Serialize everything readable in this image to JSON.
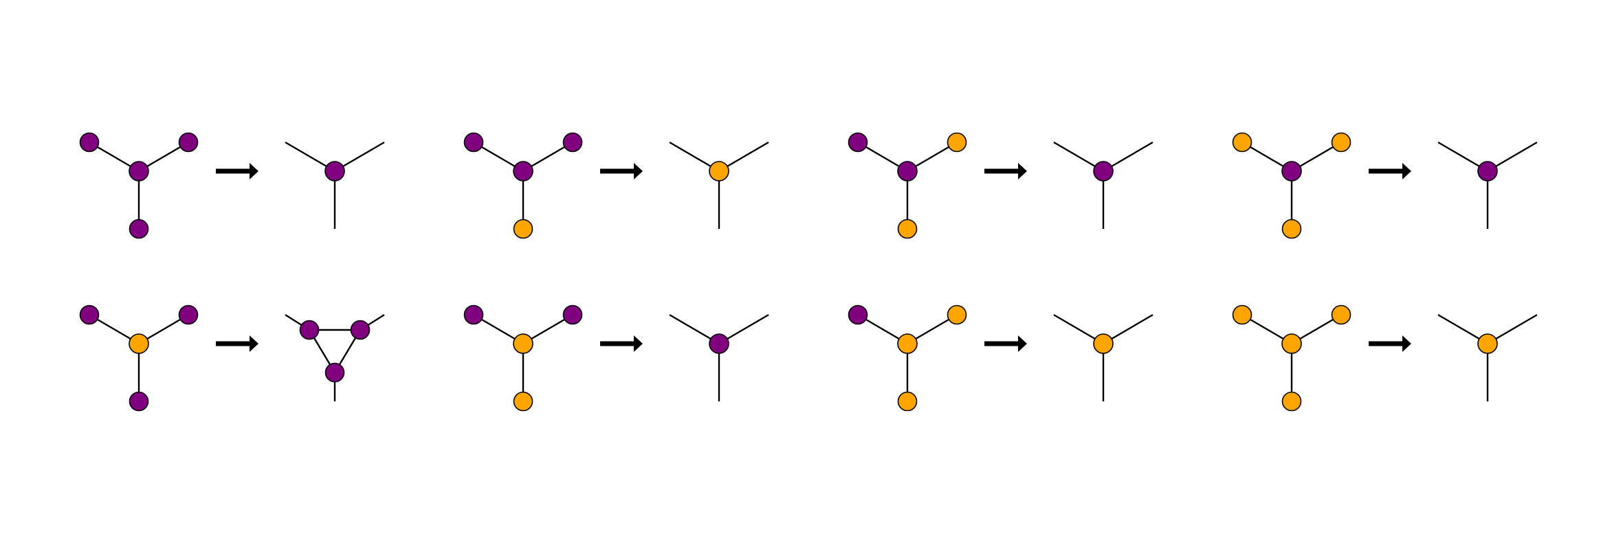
{
  "colors": {
    "purple": "#800080",
    "orange": "#FFA500",
    "line": "#000000",
    "background": "#FFFFFF"
  },
  "rules": [
    {
      "row": 1,
      "col": 1,
      "lhs": {
        "center": "purple",
        "left": "purple",
        "right": "purple",
        "bottom": "purple"
      },
      "rhs": {
        "type": "single",
        "center": "purple"
      }
    },
    {
      "row": 1,
      "col": 2,
      "lhs": {
        "center": "purple",
        "left": "purple",
        "right": "purple",
        "bottom": "orange"
      },
      "rhs": {
        "type": "single",
        "center": "orange"
      }
    },
    {
      "row": 1,
      "col": 3,
      "lhs": {
        "center": "purple",
        "left": "purple",
        "right": "orange",
        "bottom": "orange"
      },
      "rhs": {
        "type": "single",
        "center": "purple"
      }
    },
    {
      "row": 1,
      "col": 4,
      "lhs": {
        "center": "purple",
        "left": "orange",
        "right": "orange",
        "bottom": "orange"
      },
      "rhs": {
        "type": "single",
        "center": "purple"
      }
    },
    {
      "row": 2,
      "col": 1,
      "lhs": {
        "center": "orange",
        "left": "purple",
        "right": "purple",
        "bottom": "purple"
      },
      "rhs": {
        "type": "triangle",
        "nodes": [
          "purple",
          "purple",
          "purple"
        ]
      }
    },
    {
      "row": 2,
      "col": 2,
      "lhs": {
        "center": "orange",
        "left": "purple",
        "right": "purple",
        "bottom": "orange"
      },
      "rhs": {
        "type": "single",
        "center": "purple"
      }
    },
    {
      "row": 2,
      "col": 3,
      "lhs": {
        "center": "orange",
        "left": "purple",
        "right": "orange",
        "bottom": "orange"
      },
      "rhs": {
        "type": "single",
        "center": "orange"
      }
    },
    {
      "row": 2,
      "col": 4,
      "lhs": {
        "center": "orange",
        "left": "orange",
        "right": "orange",
        "bottom": "orange"
      },
      "rhs": {
        "type": "single",
        "center": "orange"
      }
    }
  ]
}
